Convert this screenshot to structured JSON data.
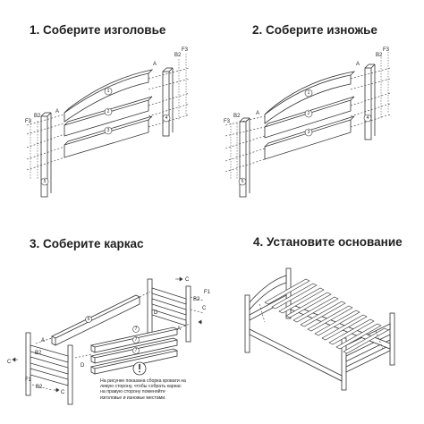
{
  "steps": [
    {
      "title": "1. Соберите изголовье"
    },
    {
      "title": "2. Соберите изножье"
    },
    {
      "title": "3. Соберите каркас"
    },
    {
      "title": "4. Установите основание"
    }
  ],
  "part_labels": {
    "A": "A",
    "B2": "B2",
    "F3": "F3",
    "C": "C",
    "D": "D",
    "F1": "F1",
    "p1": "1",
    "p2": "2",
    "p3": "3",
    "p4": "4",
    "p5": "5",
    "p6": "6",
    "p7": "7"
  },
  "note": {
    "icon": "exclamation-icon",
    "text": "На рисунке показана сборка кровати на левую сторону, чтобы собрать каркас на правую сторону поменяйте изголовье и изножье местами."
  }
}
